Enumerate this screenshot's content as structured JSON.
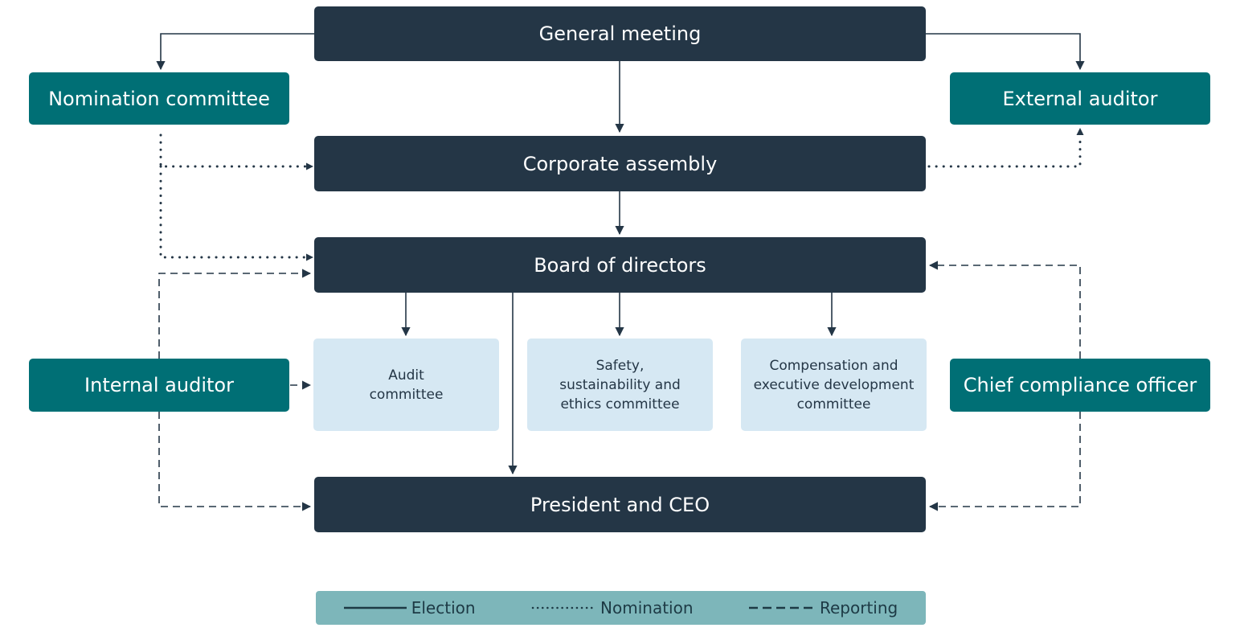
{
  "nodes": {
    "general_meeting": "General meeting",
    "nomination_committee": "Nomination committee",
    "external_auditor": "External auditor",
    "corporate_assembly": "Corporate assembly",
    "board_of_directors": "Board of directors",
    "internal_auditor": "Internal auditor",
    "audit_committee": "Audit committee",
    "safety_committee": "Safety, sustainability and ethics committee",
    "compensation_committee": "Compensation and executive development committee",
    "chief_compliance_officer": "Chief compliance officer",
    "president_ceo": "President and CEO"
  },
  "edges": [
    {
      "from": "General meeting",
      "to": "Nomination committee",
      "type": "Election"
    },
    {
      "from": "General meeting",
      "to": "External auditor",
      "type": "Election"
    },
    {
      "from": "General meeting",
      "to": "Corporate assembly",
      "type": "Election"
    },
    {
      "from": "Corporate assembly",
      "to": "Board of directors",
      "type": "Election"
    },
    {
      "from": "Board of directors",
      "to": "Audit committee",
      "type": "Election"
    },
    {
      "from": "Board of directors",
      "to": "Safety, sustainability and ethics committee",
      "type": "Election"
    },
    {
      "from": "Board of directors",
      "to": "Compensation and executive development committee",
      "type": "Election"
    },
    {
      "from": "Board of directors",
      "to": "President and CEO",
      "type": "Election"
    },
    {
      "from": "Nomination committee",
      "to": "Corporate assembly",
      "type": "Nomination"
    },
    {
      "from": "Nomination committee",
      "to": "Board of directors",
      "type": "Nomination"
    },
    {
      "from": "Corporate assembly",
      "to": "External auditor",
      "type": "Nomination"
    },
    {
      "from": "Internal auditor",
      "to": "Board of directors",
      "type": "Reporting"
    },
    {
      "from": "Internal auditor",
      "to": "Audit committee",
      "type": "Reporting"
    },
    {
      "from": "Internal auditor",
      "to": "President and CEO",
      "type": "Reporting"
    },
    {
      "from": "Chief compliance officer",
      "to": "Board of directors",
      "type": "Reporting"
    },
    {
      "from": "Chief compliance officer",
      "to": "President and CEO",
      "type": "Reporting"
    }
  ],
  "legend": {
    "election": "Election",
    "nomination": "Nomination",
    "reporting": "Reporting"
  },
  "colors": {
    "dark": "#243646",
    "teal": "#006f75",
    "light": "#d6e8f3",
    "legend_bg": "#7db6ba",
    "line": "#243646"
  }
}
